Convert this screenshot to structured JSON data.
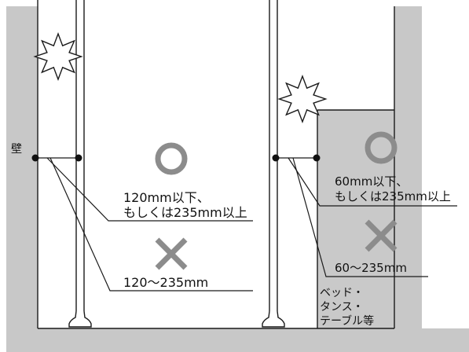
{
  "labels": {
    "wall": "壁",
    "left_ok_line1": "120mm以下、",
    "left_ok_line2": "もしくは235mm以上",
    "left_ng": "120〜235mm",
    "right_ok_line1": "60mm以下、",
    "right_ok_line2": "もしくは235mm以上",
    "right_ng": "60〜235mm",
    "furniture_line1": "ベッド・",
    "furniture_line2": "タンス・",
    "furniture_line3": "テーブル等"
  },
  "symbols": {
    "ok": "circle-ok-icon",
    "ng": "cross-ng-icon",
    "hazard": "starburst-icon"
  },
  "colors": {
    "floor_wall_gray": "#c8c8c8",
    "furniture_gray": "#c9c9c9",
    "symbol_gray": "#8c8c8c",
    "line": "#1a1a1a"
  }
}
